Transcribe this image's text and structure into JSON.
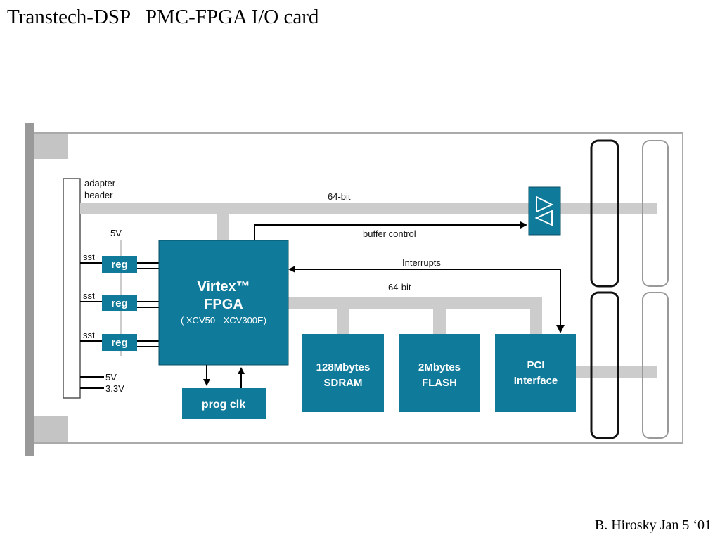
{
  "slide": {
    "title": "Transtech-DSP   PMC-FPGA I/O card",
    "footer": "B. Hirosky Jan 5 ‘01"
  },
  "diagram": {
    "adapter_header_line1": "adapter",
    "adapter_header_line2": "header",
    "bus_top_label": "64-bit",
    "buffer_control_label": "buffer control",
    "interrupts_label": "Interrupts",
    "bus_mid_label": "64-bit",
    "fpga_line1": "Virtex™",
    "fpga_line2": "FPGA",
    "fpga_line3": "( XCV50 - XCV300E)",
    "v5_top": "5V",
    "sst_label": "sst",
    "reg_label": "reg",
    "v5_bottom": "5V",
    "v33_bottom": "3.3V",
    "progclk_label": "prog clk",
    "sdram_line1": "128Mbytes",
    "sdram_line2": "SDRAM",
    "flash_line1": "2Mbytes",
    "flash_line2": "FLASH",
    "pci_line1": "PCI",
    "pci_line2": "Interface"
  },
  "colors": {
    "block_fill": "#0f7a9a",
    "bus_gray": "#cccccc",
    "board_border": "#aaaaaa",
    "bezel": "#999999"
  }
}
